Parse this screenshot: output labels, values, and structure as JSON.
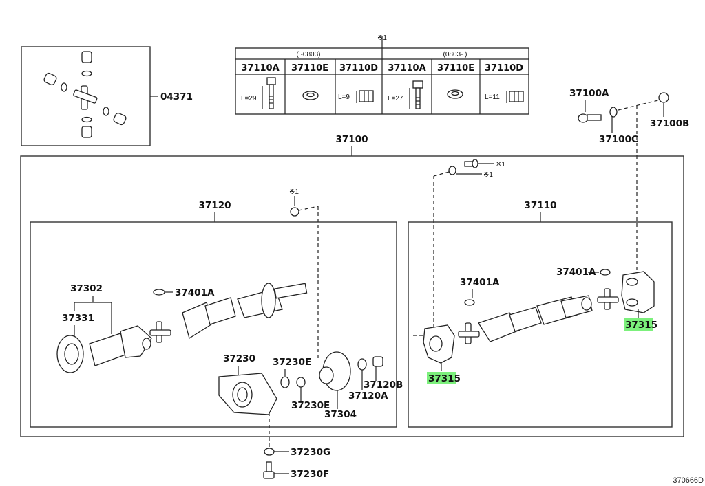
{
  "diagram": {
    "figure_id": "370666D",
    "highlight_color": "#7cf07c",
    "note_marker": "※1",
    "table": {
      "periods": [
        "(      -0803)",
        "(0803-      )"
      ],
      "columns": [
        {
          "part": "37110A",
          "length": "L=29",
          "icon": "bolt-icon"
        },
        {
          "part": "37110E",
          "length": "",
          "icon": "lock-washer-icon"
        },
        {
          "part": "37110D",
          "length": "L=9",
          "icon": "nut-icon"
        },
        {
          "part": "37110A",
          "length": "L=27",
          "icon": "bolt-icon"
        },
        {
          "part": "37110E",
          "length": "",
          "icon": "washer-icon"
        },
        {
          "part": "37110D",
          "length": "L=11",
          "icon": "nut-icon"
        }
      ]
    },
    "kit": {
      "part": "04371",
      "icon": "universal-joint-kit-icon"
    },
    "assemblies": {
      "main": "37100",
      "front": "37120",
      "rear": "37110"
    },
    "top_right": {
      "bolt": "37100A",
      "washer": "37100C",
      "nut": "37100B"
    },
    "front_parts": {
      "yoke_group": "37302",
      "seal": "37331",
      "snap_ring": "37401A",
      "bearing": "37230",
      "washer_1": "37230E",
      "washer_2": "37230E",
      "flange": "37304",
      "flange_washer": "37120A",
      "flange_nut": "37120B"
    },
    "rear_parts": {
      "snap_ring_left": "37401A",
      "snap_ring_right": "37401A",
      "flange_yoke_left": "37315",
      "flange_yoke_right": "37315"
    },
    "bottom_parts": {
      "washer": "37230G",
      "bolt": "37230F"
    }
  }
}
